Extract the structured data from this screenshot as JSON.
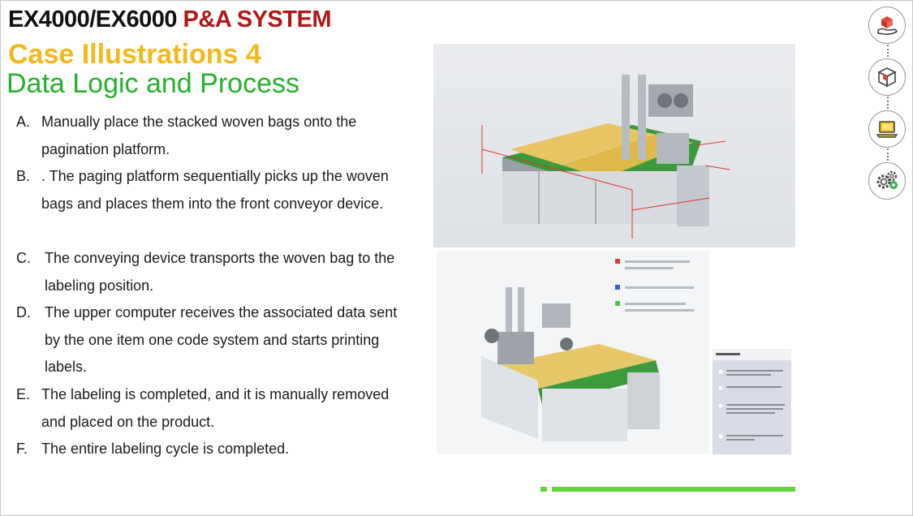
{
  "header": {
    "title_main": "EX4000/EX6000",
    "title_accent": "P&A SYSTEM",
    "subtitle": "Case Illustrations 4",
    "section": "Data Logic and Process"
  },
  "steps": [
    {
      "letter": "A.",
      "text": "Manually place the stacked woven bags onto the pagination platform."
    },
    {
      "letter": "B.",
      "text": ". The paging platform sequentially picks up the woven bags and places them into the front conveyor device."
    },
    {
      "letter": "C.",
      "text": "The conveying device transports the woven bag to the labeling position."
    },
    {
      "letter": "D.",
      "text": "The upper computer receives the associated data sent by the one item one code system and starts printing labels."
    },
    {
      "letter": "E.",
      "text": "The labeling is completed, and it is manually removed and placed on the product."
    },
    {
      "letter": "F.",
      "text": "The entire labeling cycle is completed."
    }
  ],
  "nav": [
    {
      "icon": "package-hand-icon"
    },
    {
      "icon": "box-icon"
    },
    {
      "icon": "laptop-icon"
    },
    {
      "icon": "gears-icon"
    }
  ],
  "colors": {
    "title_accent": "#b01818",
    "subtitle": "#f3b81a",
    "section": "#25b129",
    "progress": "#63d43a"
  }
}
